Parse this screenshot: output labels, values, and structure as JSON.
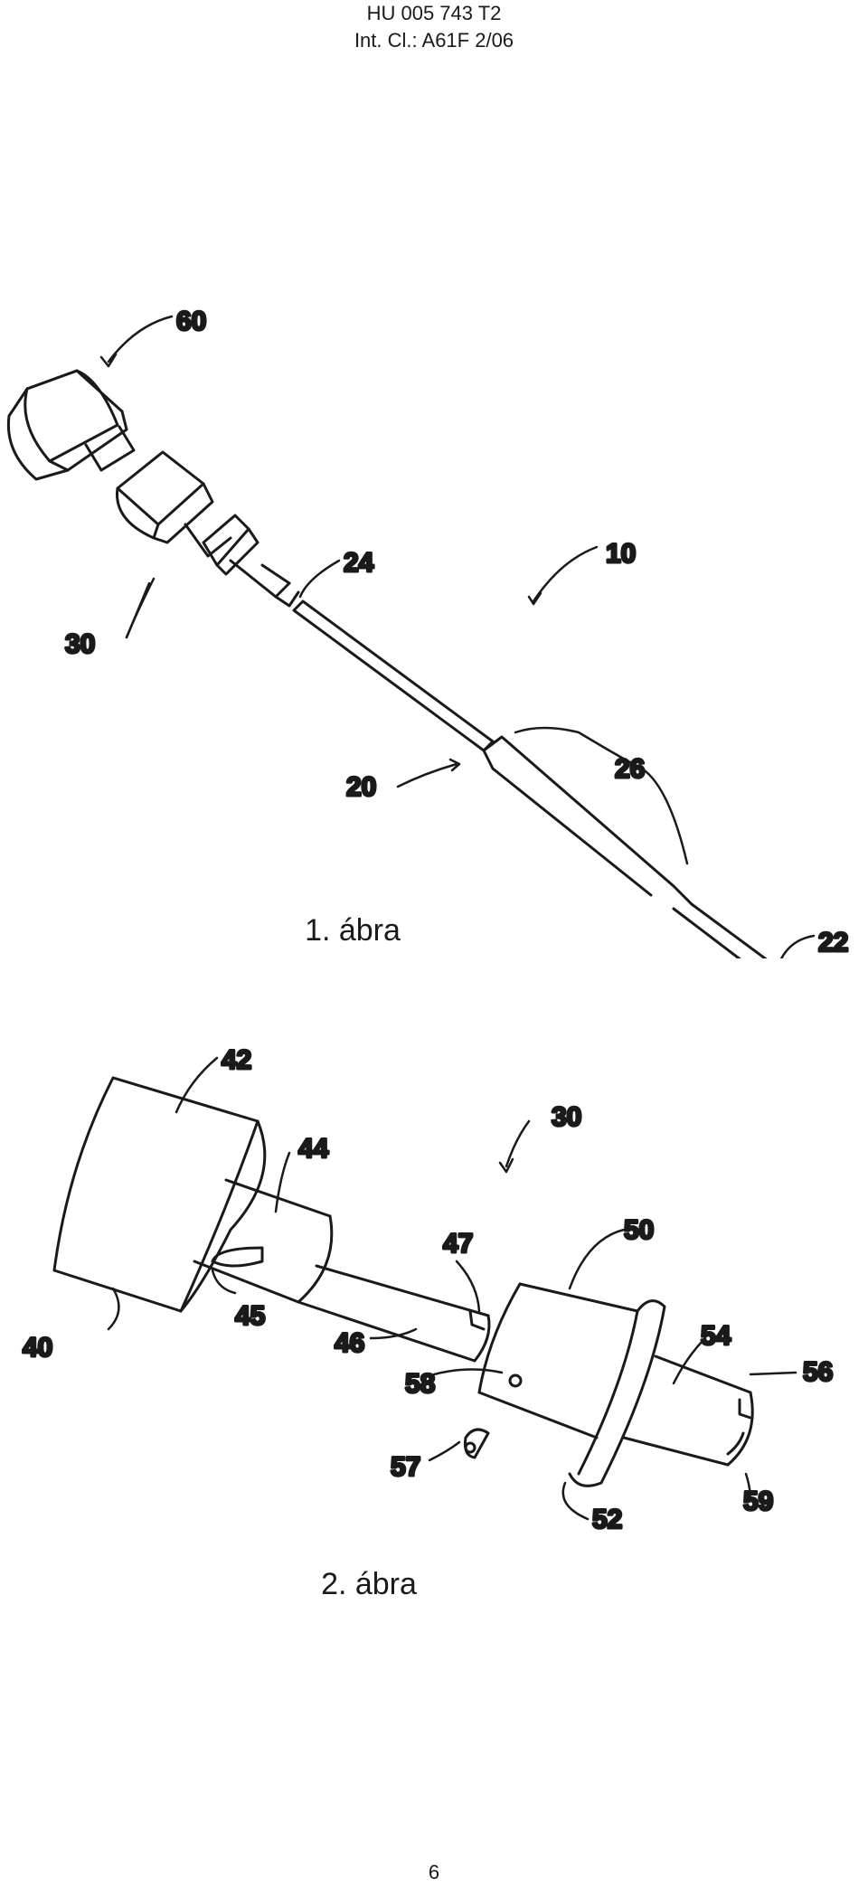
{
  "header": {
    "patent_number": "HU 005 743 T2",
    "classification": "Int. Cl.: A61F 2/06"
  },
  "figures": [
    {
      "caption": "1. ábra",
      "refs": {
        "r60": "60",
        "r24": "24",
        "r10": "10",
        "r30": "30",
        "r26": "26",
        "r20": "20",
        "r22": "22"
      }
    },
    {
      "caption": "2. ábra",
      "refs": {
        "r42": "42",
        "r30": "30",
        "r44": "44",
        "r47": "47",
        "r50": "50",
        "r45": "45",
        "r40": "40",
        "r46": "46",
        "r54": "54",
        "r58": "58",
        "r56": "56",
        "r57": "57",
        "r52": "52",
        "r59": "59"
      }
    }
  ],
  "page_number": "6"
}
